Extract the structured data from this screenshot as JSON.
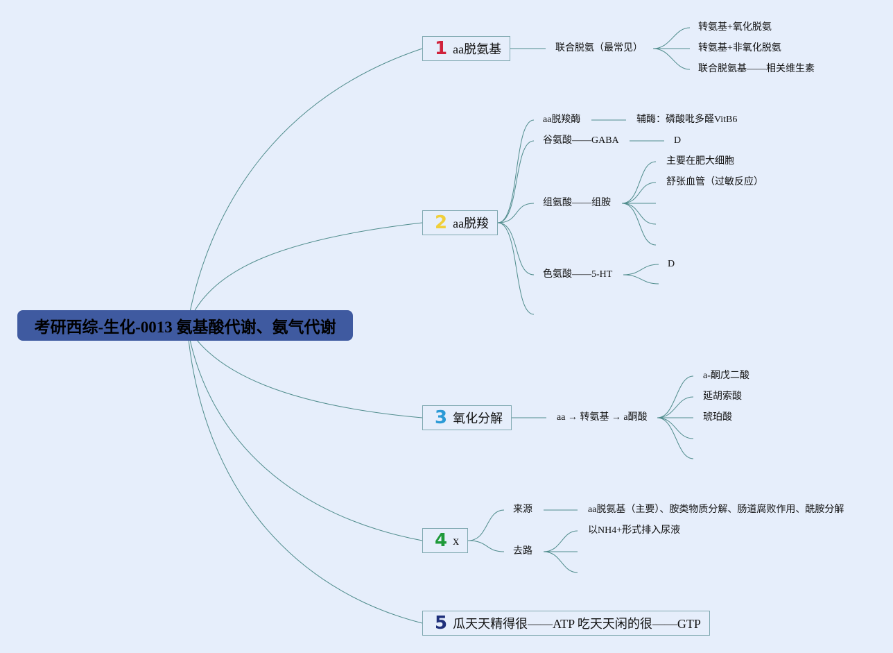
{
  "root": {
    "title": "考研西综-生化-0013 氨基酸代谢、氨气代谢"
  },
  "topics": [
    {
      "num": "1",
      "color": "#d0223c",
      "label": "aa脱氨基",
      "children": [
        {
          "label": "联合脱氨（最常见）",
          "children": [
            "转氨基+氧化脱氨",
            "转氨基+非氧化脱氨",
            "联合脱氨基——相关维生素"
          ]
        }
      ]
    },
    {
      "num": "2",
      "color": "#f0cf3a",
      "label": "aa脱羧",
      "children": [
        {
          "label": "aa脱羧酶",
          "children": [
            "辅酶：磷酸吡多醛VitB6"
          ]
        },
        {
          "label": "谷氨酸——GABA",
          "children": [
            "D"
          ]
        },
        {
          "label": "组氨酸——组胺",
          "children": [
            "主要在肥大细胞",
            "舒张血管（过敏反应）",
            "",
            "",
            ""
          ]
        },
        {
          "label": "色氨酸——5-HT",
          "children": [
            "D",
            ""
          ]
        },
        {
          "label": "",
          "children": []
        }
      ]
    },
    {
      "num": "3",
      "color": "#2a9ad6",
      "label": "氧化分解",
      "children": [
        {
          "label": "aa → 转氨基 → a酮酸",
          "children": [
            "a-酮戊二酸",
            "延胡索酸",
            "琥珀酸",
            "",
            ""
          ]
        }
      ]
    },
    {
      "num": "4",
      "color": "#1f9a3a",
      "label": "x",
      "children": [
        {
          "label": "来源",
          "children": [
            "aa脱氨基（主要）、胺类物质分解、肠道腐败作用、酰胺分解"
          ]
        },
        {
          "label": "去路",
          "children": [
            "以NH4+形式排入尿液",
            "",
            ""
          ]
        }
      ]
    },
    {
      "num": "5",
      "color": "#1e2f7a",
      "label": "瓜天天精得很——ATP 吃天天闲的很——GTP",
      "children": []
    }
  ]
}
